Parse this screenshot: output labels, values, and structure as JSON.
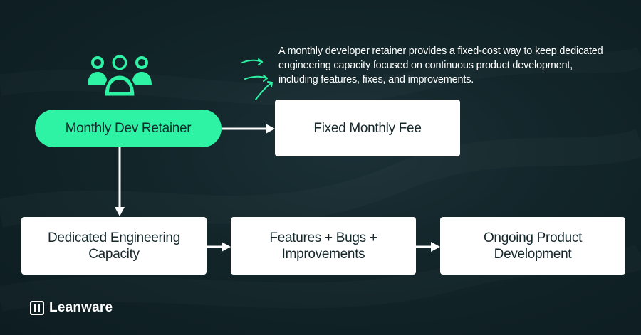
{
  "description": "A monthly developer retainer provides a fixed-cost way to keep dedicated engineering capacity focused on continuous product development, including features, fixes, and improvements.",
  "nodes": {
    "retainer": "Monthly Dev Retainer",
    "fee": "Fixed Monthly Fee",
    "capacity": "Dedicated Engineering Capacity",
    "features": "Features + Bugs + Improvements",
    "development": "Ongoing Product Development"
  },
  "brand": {
    "name": "Leanware"
  },
  "colors": {
    "accent": "#2ef2a4",
    "background": "#122529",
    "box": "#ffffff",
    "text_dark": "#16282c"
  },
  "icons": [
    "people-icon",
    "accent-arrows-icon",
    "leanware-logo-icon"
  ]
}
